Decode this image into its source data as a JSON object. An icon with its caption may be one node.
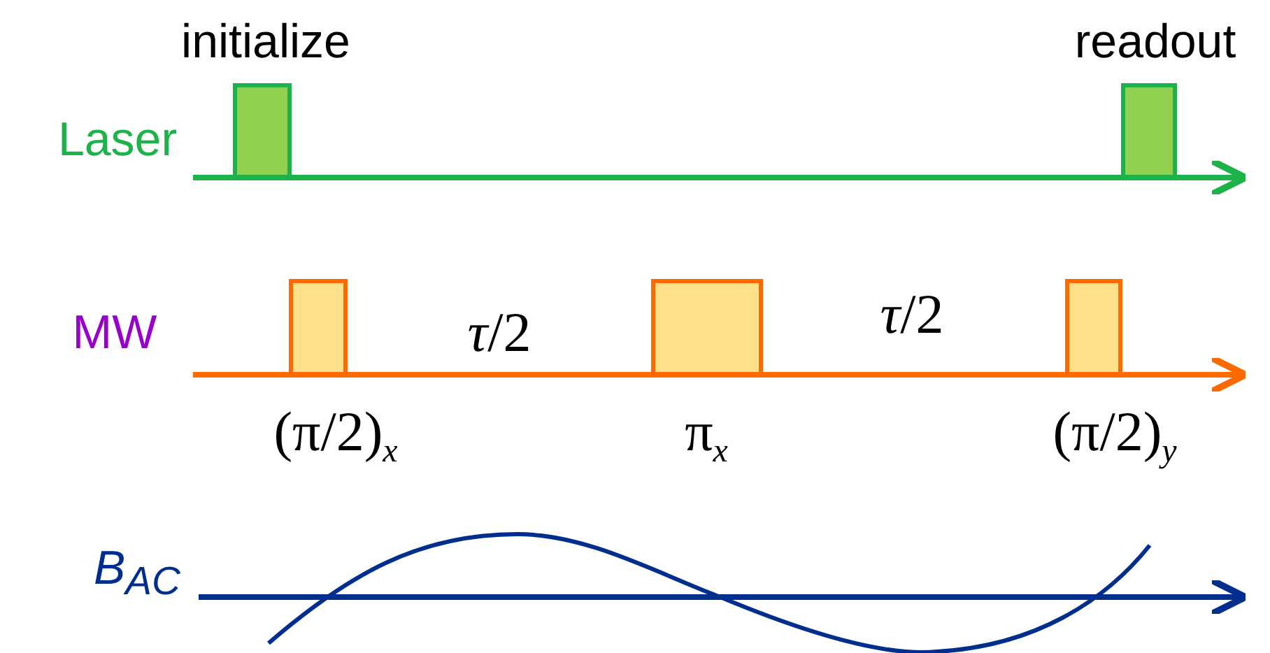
{
  "diagram": {
    "labels": [
      "initialize",
      "readout",
      "Laser",
      "MW",
      "*τ*/2",
      "*τ*/2",
      "(π/2)$_{x}$",
      "π$_{x}$",
      "(π/2)$_{y}$",
      "*B*$_{AC}$"
    ]
  }
}
